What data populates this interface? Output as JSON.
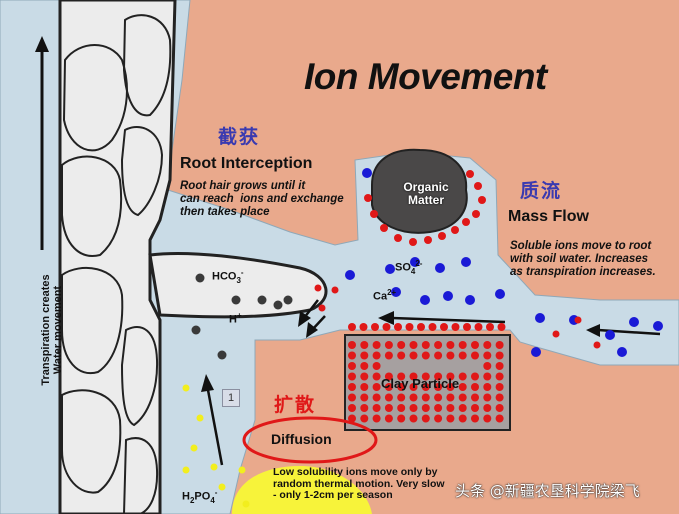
{
  "title": "Ion Movement",
  "side_label": "Transpiration creates\nWater movement",
  "root_interception": {
    "cn": "截获",
    "heading": "Root Interception",
    "desc": "Root hair grows until it\ncan reach  ions and exchange\nthen takes place"
  },
  "mass_flow": {
    "cn": "质流",
    "heading": "Mass Flow",
    "desc": "Soluble ions move to root\nwith soil water. Increases\nas transpiration increases."
  },
  "diffusion": {
    "cn": "扩散",
    "heading": "Diffusion",
    "desc": "Low solubility ions move only by\nrandom thermal motion. Very slow\n- only 1-2cm per season"
  },
  "organic_matter": "Organic\nMatter",
  "clay_particle": "Clay Particle",
  "ions": {
    "hco3": "HCO",
    "hco3_sub": "3",
    "hco3_sup": "-",
    "h": "H",
    "h_sup": "+",
    "so4": "SO",
    "so4_sub": "4",
    "so4_sup": "2-",
    "ca": "Ca",
    "ca_sup": "2+",
    "h2po4_a": "H",
    "h2po4_b": "2",
    "h2po4_c": "PO",
    "h2po4_d": "4",
    "h2po4_sup": "-"
  },
  "badge": "1",
  "watermark": "头条 @新疆农垦科学院梁飞",
  "colors": {
    "soil": "#e9a98c",
    "water": "#c9dbe6",
    "root": "#ececec",
    "red_ion": "#e01818",
    "blue_ion": "#1a1ad6",
    "dark_ion": "#3a3a3a",
    "yellow_ion": "#f2ee1e",
    "clay": "#a6a0a0",
    "organic": "#4a4848",
    "chinese_label": "#3a3ab0",
    "diffusion_label": "#e01818"
  }
}
